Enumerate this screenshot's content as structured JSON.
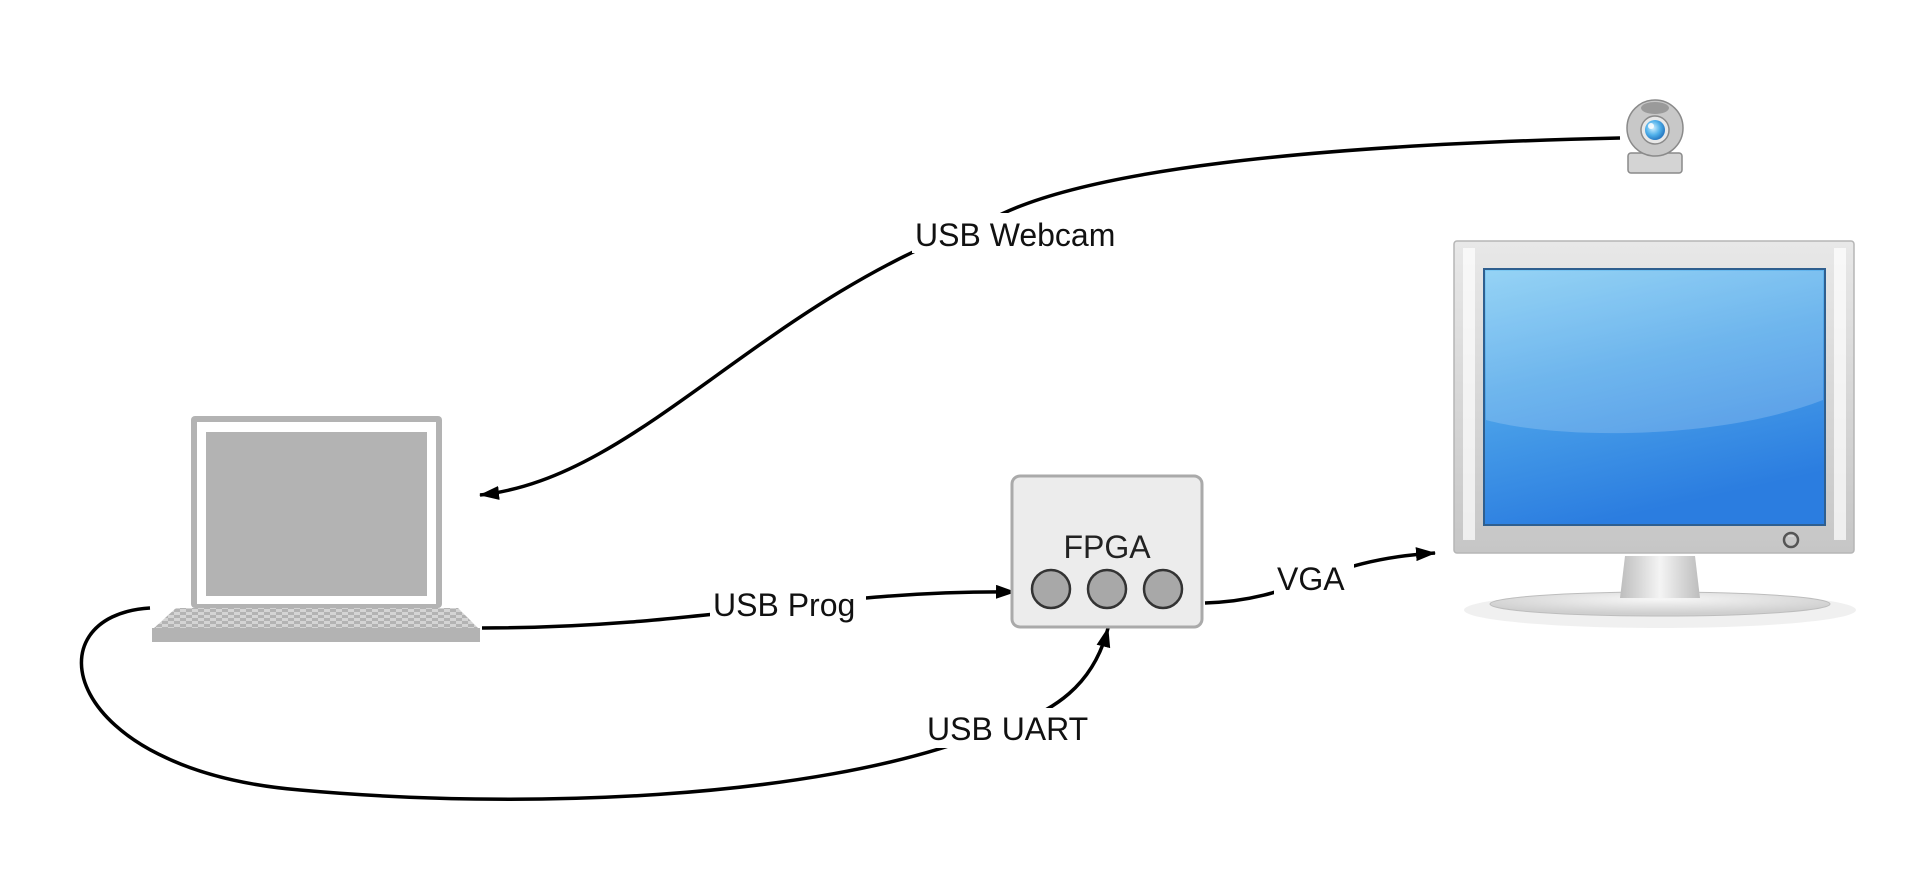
{
  "diagram": {
    "nodes": {
      "laptop": {
        "icon": "laptop-icon",
        "label": ""
      },
      "webcam": {
        "icon": "webcam-icon",
        "label": ""
      },
      "monitor": {
        "icon": "monitor-icon",
        "label": ""
      },
      "fpga": {
        "label": "FPGA",
        "buttons": 3
      }
    },
    "edges": {
      "usb_webcam": {
        "label": "USB Webcam",
        "from": "webcam",
        "to": "laptop"
      },
      "usb_prog": {
        "label": "USB Prog",
        "from": "laptop",
        "to": "fpga"
      },
      "usb_uart": {
        "label": "USB UART",
        "from": "laptop",
        "to": "fpga"
      },
      "vga": {
        "label": "VGA",
        "from": "fpga",
        "to": "monitor"
      }
    }
  },
  "colors": {
    "wire": "#000000",
    "laptop_gray": "#b3b3b3",
    "fpga_fill": "#ececec",
    "fpga_border": "#aaaaaa",
    "button_fill": "#a8a8a8",
    "screen_blue": "#3a8ee6",
    "monitor_bezel": "#d6d6d6"
  }
}
